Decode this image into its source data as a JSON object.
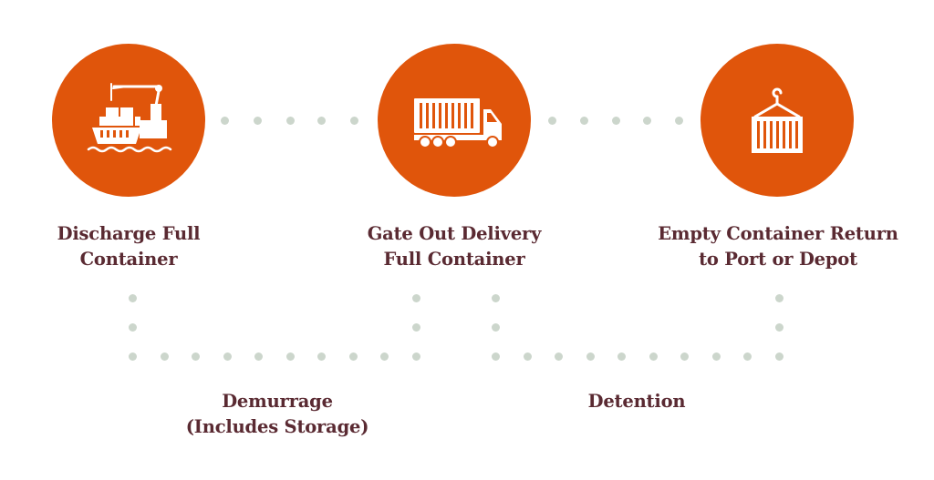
{
  "colors": {
    "accent": "#e0550b",
    "text": "#5a2a32",
    "dot": "#ccd6cc",
    "icon": "#ffffff"
  },
  "steps": [
    {
      "icon": "ship-crane-icon",
      "label_line1": "Discharge Full",
      "label_line2": "Container"
    },
    {
      "icon": "truck-icon",
      "label_line1": "Gate Out Delivery",
      "label_line2": "Full Container"
    },
    {
      "icon": "hoisted-container-icon",
      "label_line1": "Empty Container Return",
      "label_line2": "to Port or Depot"
    }
  ],
  "periods": [
    {
      "label_line1": "Demurrage",
      "label_line2": "(Includes Storage)"
    },
    {
      "label_line1": "Detention"
    }
  ]
}
